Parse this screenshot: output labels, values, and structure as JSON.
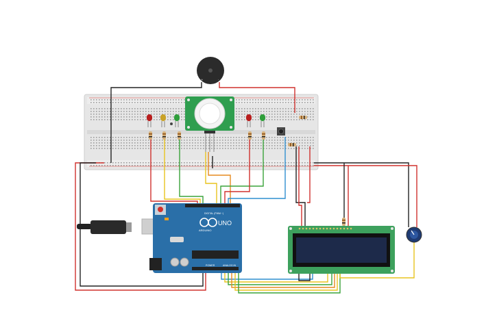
{
  "colors": {
    "wire_red": "#d0312d",
    "wire_black": "#222222",
    "wire_yellow": "#e8c31e",
    "wire_green": "#3aa33a",
    "wire_orange": "#e58a1f",
    "wire_blue": "#2f8fcf",
    "arduino_blue": "#2a6fa8",
    "breadboard": "#e6e6e6",
    "pir_green": "#2f9e4f",
    "lcd_board": "#3da15d",
    "lcd_screen": "#1d2a4a"
  },
  "arduino": {
    "brand": "ARDUINO",
    "model": "UNO",
    "digital_label": "DIGITAL (PWM ~)",
    "power_label": "POWER",
    "analog_label": "ANALOG IN"
  },
  "components": {
    "buzzer": "piezo-buzzer",
    "pir": "pir-motion-sensor",
    "lcd": "lcd-16x2",
    "pot": "potentiometer",
    "button": "pushbutton",
    "leds_left": [
      "#b81d1d",
      "#c9a227",
      "#2e9e3a"
    ],
    "leds_right": [
      "#b81d1d",
      "#2e9e3a"
    ]
  }
}
